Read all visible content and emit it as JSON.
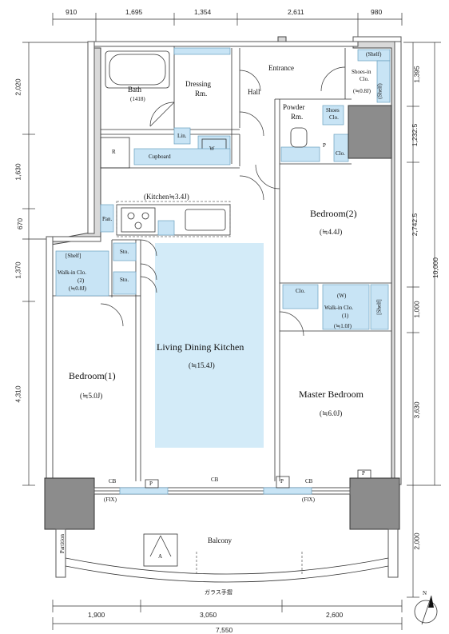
{
  "dimensions_top": [
    "910",
    "1,695",
    "1,354",
    "2,611",
    "980"
  ],
  "dimensions_bottom": [
    "1,900",
    "3,050",
    "2,600"
  ],
  "dimension_total_bottom": "7,550",
  "dimensions_left": [
    "2,020",
    "1,630",
    "670",
    "1,370",
    "4,310"
  ],
  "dimensions_right": [
    "1,395",
    "1,232.5",
    "2,742.5",
    "1,000",
    "3,630",
    "2,000"
  ],
  "dimension_total_right": "10,000",
  "rooms": {
    "bath": "Bath",
    "bath_size": "(1418)",
    "dressing": "Dressing",
    "dressing_rm": "Rm.",
    "entrance": "Entrance",
    "hall": "Hall",
    "powder": "Powder",
    "powder_rm": "Rm.",
    "shoes_clo": "Shoes",
    "shoes_clo2": "Clo.",
    "shoesin_shelf": "(Shelf)",
    "shoesin": "Shoes-in",
    "shoesin_clo": "Clo.",
    "shoesin_size": "(≒0.8J)",
    "shoesin_shelf_v": "(Shelf)",
    "lin": "Lin.",
    "w": "W",
    "r": "R",
    "cupboard": "Cupboard",
    "clo_small": "Clo.",
    "p": "P",
    "kitchen": "(Kitchen≒3.4J)",
    "pan": "Pan.",
    "bedroom2": "Bedroom(2)",
    "bedroom2_size": "(≒4.4J)",
    "shelf": "[Shelf]",
    "wic2": "Walk-in Clo.",
    "wic2_num": "(2)",
    "wic2_size": "(≒0.8J)",
    "sto1": "Sto.",
    "sto2": "Sto.",
    "ldk": "Living Dining Kitchen",
    "ldk_size": "(≒15.4J)",
    "clo_b2": "Clo.",
    "wic1_w": "(W)",
    "wic1": "Walk-in Clo.",
    "wic1_num": "(1)",
    "wic1_size": "(≒1.0J)",
    "wic1_shelf": "[Shelf]",
    "bedroom1": "Bedroom(1)",
    "bedroom1_size": "(≒5.0J)",
    "master": "Master Bedroom",
    "master_size": "(≒6.0J)",
    "cb1": "CB",
    "cb2": "CB",
    "cb3": "CB",
    "fix1": "(FIX)",
    "fix2": "(FIX)",
    "p1": "P",
    "p2": "P",
    "p3": "P",
    "balcony": "Balcony",
    "partition": "Partition",
    "hatch_a": "A",
    "glass_rail": "ガラス手摺"
  },
  "compass": "N"
}
